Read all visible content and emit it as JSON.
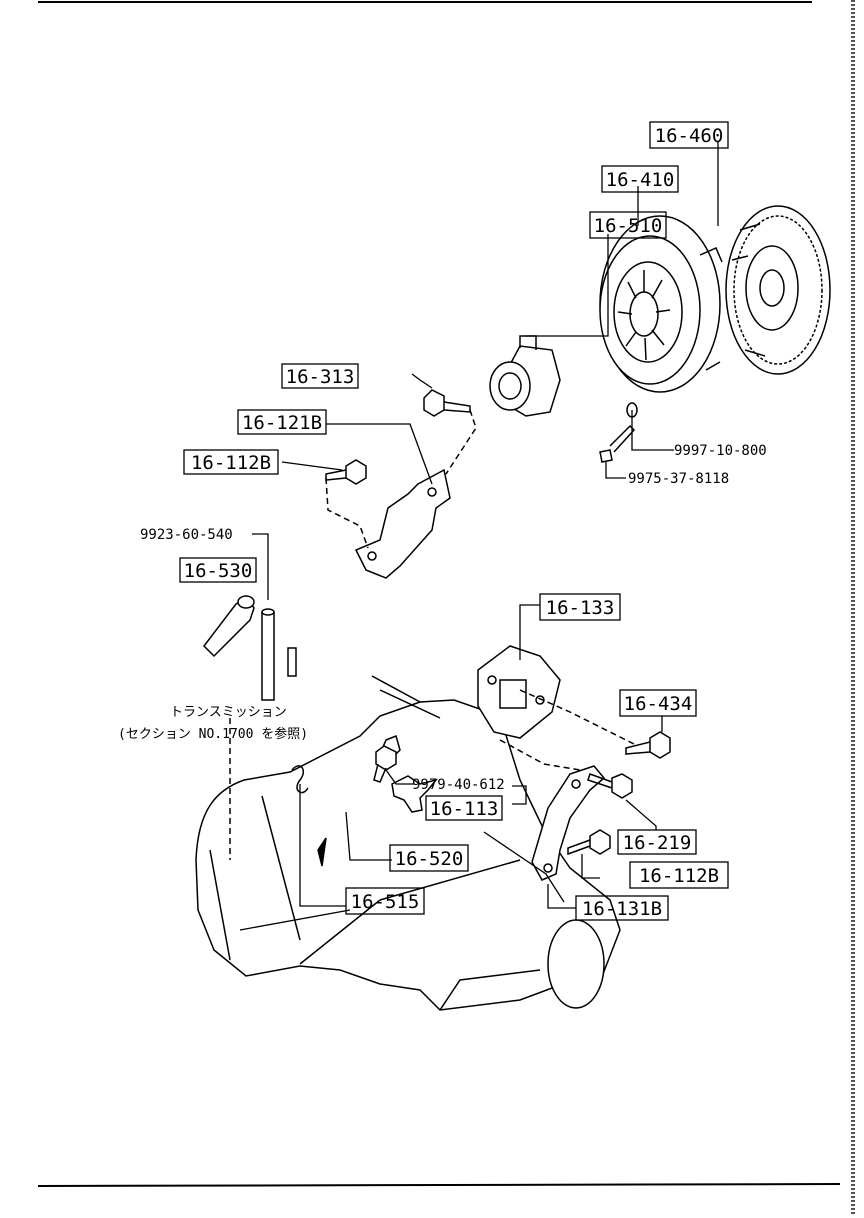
{
  "labels": {
    "p16_460": "16-460",
    "p16_410": "16-410",
    "p16_510": "16-510",
    "p16_313": "16-313",
    "p16_121b": "16-121B",
    "p16_112b_top": "16-112B",
    "p16_530": "16-530",
    "p16_133": "16-133",
    "p16_434": "16-434",
    "p16_113": "16-113",
    "p16_219": "16-219",
    "p16_520": "16-520",
    "p16_112b_bot": "16-112B",
    "p16_515": "16-515",
    "p16_131b": "16-131B"
  },
  "part_numbers": {
    "n9997_10_800": "9997-10-800",
    "n9975_37_8118": "9975-37-8118",
    "n9923_60_540": "9923-60-540",
    "n9979_40_612": "9979-40-612"
  },
  "notes": {
    "transmission_line1": "トランスミッション",
    "transmission_line2": "(セクション NO.1700 を参照)"
  }
}
